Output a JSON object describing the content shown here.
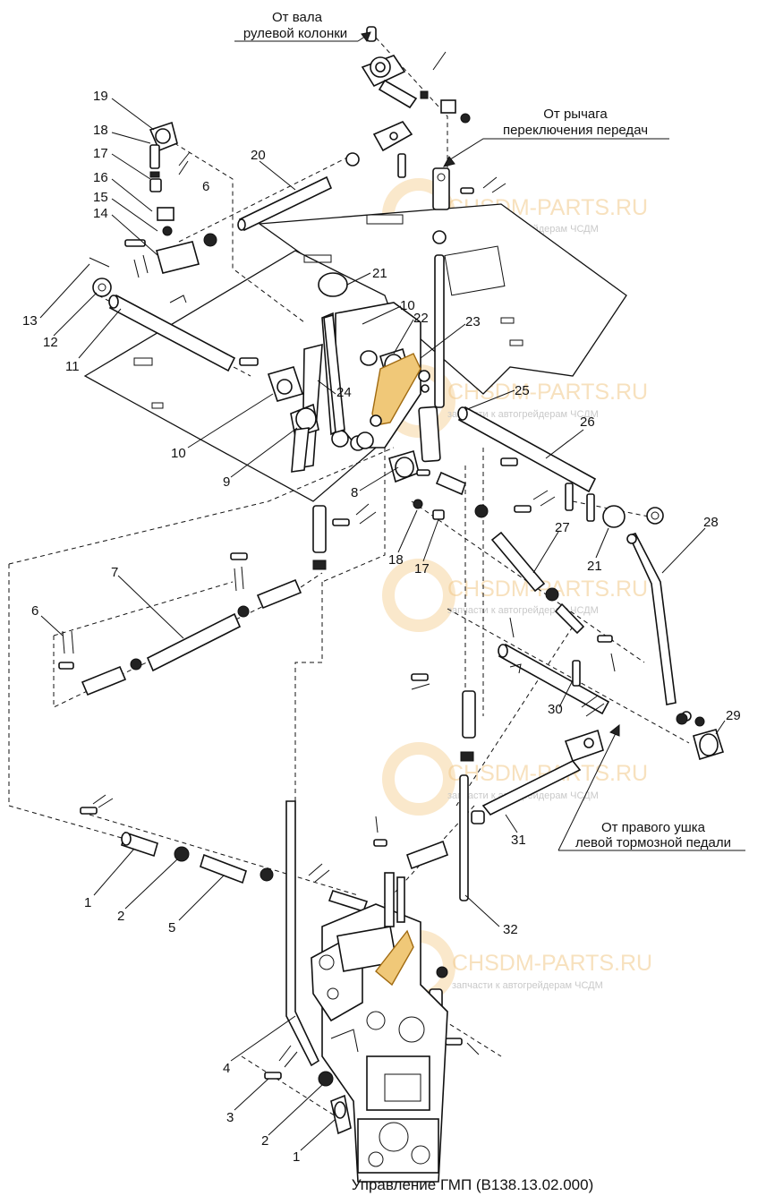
{
  "annotations": {
    "steering": [
      "От вала",
      "рулевой колонки"
    ],
    "gear_lever": [
      "От рычага",
      "переключения передач"
    ],
    "brake_pedal": [
      "От правого ушка",
      "левой тормозной педали"
    ]
  },
  "caption": "Управление ГМП (В138.13.02.000)",
  "watermark": {
    "brand": "CHSDM-PARTS.RU",
    "tagline": "запчасти к автогрейдерам ЧСДМ",
    "color": "#f2c98a"
  },
  "callouts": {
    "c19": "19",
    "c18a": "18",
    "c17a": "17",
    "c6a": "6",
    "c16": "16",
    "c15": "15",
    "c14": "14",
    "c20": "20",
    "c13": "13",
    "c12": "12",
    "c11": "11",
    "c21a": "21",
    "c10a": "10",
    "c22": "22",
    "c23": "23",
    "c24": "24",
    "c25": "25",
    "c10b": "10",
    "c9": "9",
    "c26": "26",
    "c8": "8",
    "c18b": "18",
    "c17b": "17",
    "c27": "27",
    "c21b": "21",
    "c28": "28",
    "c7": "7",
    "c6b": "6",
    "c30": "30",
    "c29": "29",
    "c31": "31",
    "c1a": "1",
    "c2a": "2",
    "c5": "5",
    "c32": "32",
    "c4": "4",
    "c3": "3",
    "c2b": "2",
    "c1b": "1"
  }
}
